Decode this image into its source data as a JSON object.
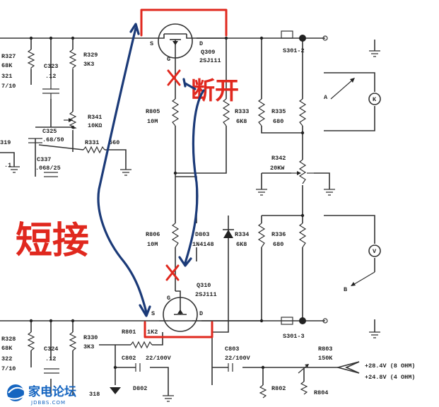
{
  "labels": {
    "r327": "R327",
    "r327v": "68K",
    "c321": "321",
    "c321v": "7/10",
    "c323": "C323",
    "c323v": ".12",
    "r329": "R329",
    "r329v": "3K3",
    "r341": "R341",
    "r341v": "10KΩ",
    "c325": "C325",
    "c325v": ".68/50",
    "r331": "R331",
    "r331v": "560",
    "c337": "C337",
    "c337v": ".068/25",
    "x319": "319",
    "x319v": ".1",
    "s": "S",
    "d": "D",
    "g": "G",
    "q309": "Q309",
    "q309v": "2SJ111",
    "s301_2": "S301-2",
    "r805": "R805",
    "r805v": "10M",
    "r333": "R333",
    "r333v": "6K8",
    "r335": "R335",
    "r335v": "680",
    "r342": "R342",
    "r342v": "20KW",
    "a": "A",
    "b": "B",
    "k": "K",
    "v": "V",
    "r806": "R806",
    "r806v": "10M",
    "d803": "D803",
    "d803v": "1N4148",
    "r334": "R334",
    "r334v": "6K8",
    "r336": "R336",
    "r336v": "680",
    "s2": "S",
    "d2": "D",
    "g2": "G",
    "q310": "Q310",
    "q310v": "2SJ111",
    "r801": "R801",
    "r801v": "1K2",
    "s301_3": "S301-3",
    "r328": "R328",
    "r328v": "68K",
    "c322": "322",
    "c322v": "7/10",
    "c324": "C324",
    "c324v": ".12",
    "r330": "R330",
    "r330v": "3K3",
    "c802": "C802",
    "c802v": "22/100V",
    "c803": "C803",
    "c803v": "22/100V",
    "r803": "R803",
    "r803v": "150K",
    "r802": "R802",
    "r804": "R804",
    "d802": "D802",
    "x318": "318",
    "v1": "+28.4V (8 OHM)",
    "v2": "+24.8V (4 OHM)"
  },
  "annotations": {
    "open": "断开",
    "short": "短接"
  },
  "watermark": {
    "brand": "家电论坛",
    "site": "JDBBS.COM"
  },
  "colors": {
    "annotation_red": "#e0281e",
    "annotation_blue": "#1b3a78",
    "logo_blue": "#1565c0"
  }
}
